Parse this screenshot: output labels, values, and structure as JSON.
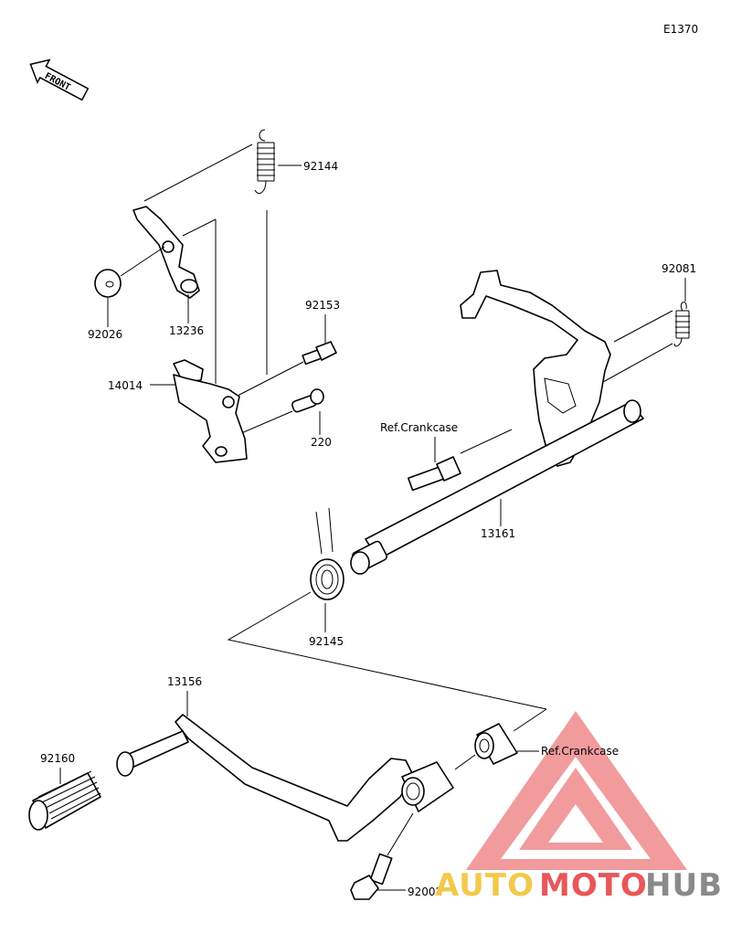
{
  "diagram_code": "E1370",
  "front_arrow_label": "FRONT",
  "parts": {
    "p92144": "92144",
    "p92026": "92026",
    "p13236": "13236",
    "p92153": "92153",
    "p14014": "14014",
    "p220": "220",
    "ref_crankcase_1": "Ref.Crankcase",
    "p13161": "13161",
    "p92081": "92081",
    "p92145": "92145",
    "p13156": "13156",
    "p92160": "92160",
    "ref_crankcase_2": "Ref.Crankcase",
    "p92002": "92002"
  },
  "watermark": {
    "word_1": "AUTO",
    "word_2": "MOTO",
    "word_3": "HUB",
    "color_red": "#e8575a",
    "color_gold": "#f2c94c",
    "color_gray": "#8a8a8a"
  }
}
